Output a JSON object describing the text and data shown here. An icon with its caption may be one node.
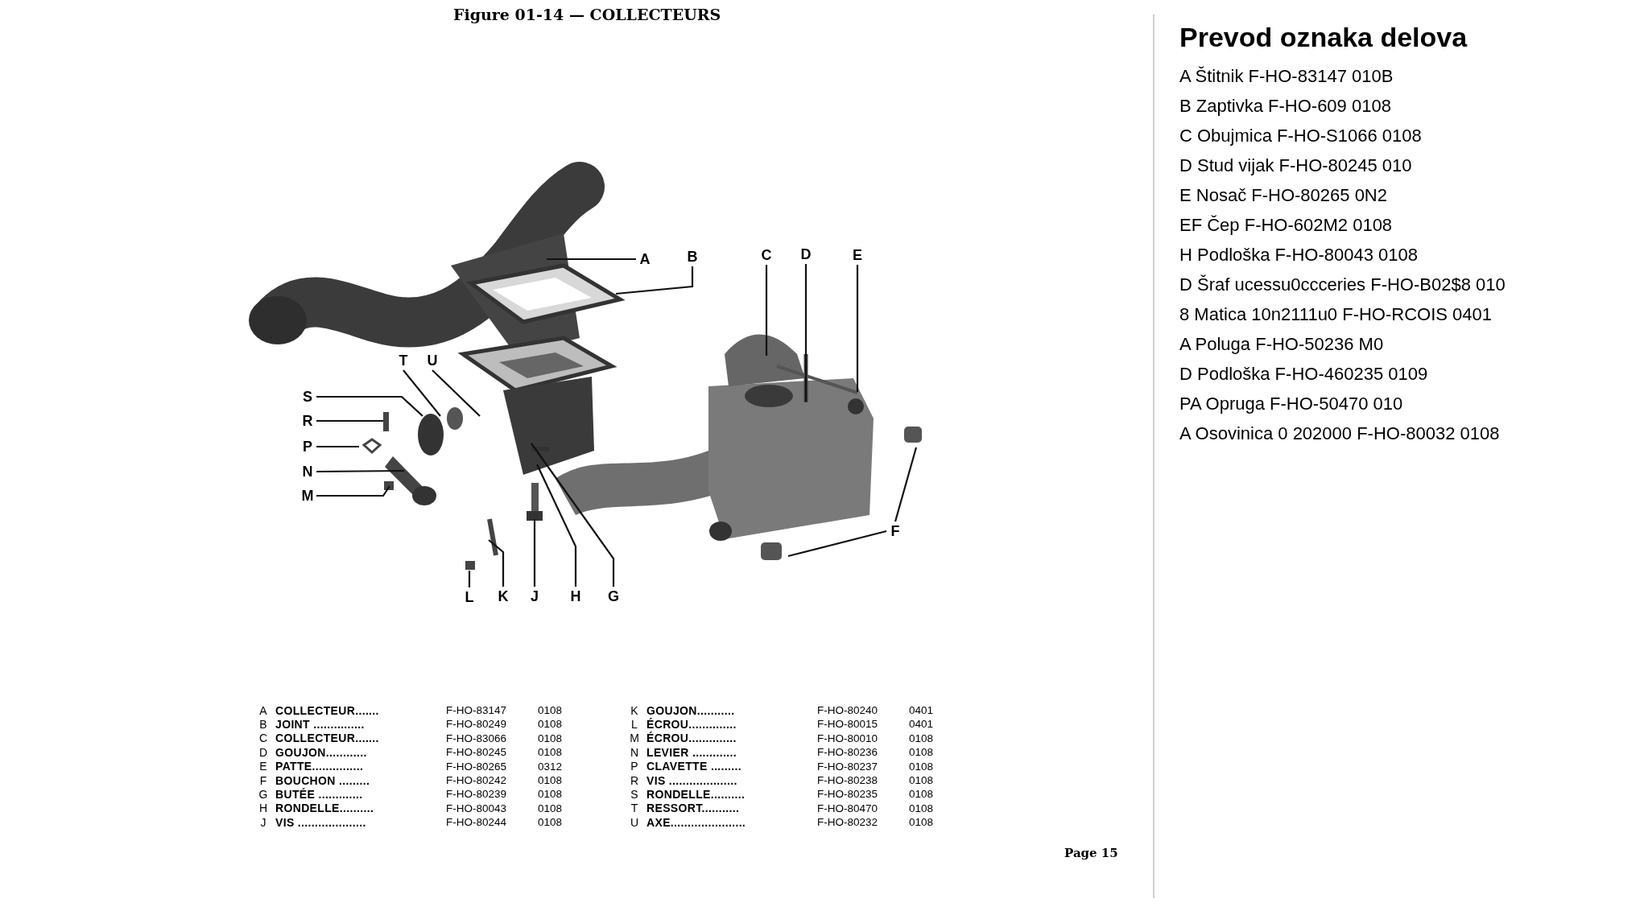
{
  "diagram": {
    "title": "Figure 01-14 — COLLECTEURS",
    "nodes": [
      {
        "text": [
          "A"
        ]
      },
      {
        "text": [
          "B"
        ]
      },
      {
        "text": [
          "C"
        ]
      },
      {
        "text": [
          "D"
        ]
      },
      {
        "text": [
          "E"
        ]
      },
      {
        "text": [
          "T"
        ]
      },
      {
        "text": [
          "U"
        ]
      },
      {
        "text": [
          "S"
        ]
      },
      {
        "text": [
          "R"
        ]
      },
      {
        "text": [
          "P"
        ]
      },
      {
        "text": [
          "N"
        ]
      },
      {
        "text": [
          "M"
        ]
      },
      {
        "text": [
          "L"
        ]
      },
      {
        "text": [
          "K"
        ]
      },
      {
        "text": [
          "J"
        ]
      },
      {
        "text": [
          "H"
        ]
      },
      {
        "text": [
          "G"
        ]
      },
      {
        "text": [
          "F"
        ]
      }
    ],
    "edges": [
      {
        "from": 0,
        "to": null,
        "arrow": "none"
      },
      {
        "from": 1,
        "to": null,
        "arrow": "none"
      },
      {
        "from": 2,
        "to": null,
        "arrow": "none"
      },
      {
        "from": 3,
        "to": null,
        "arrow": "none"
      },
      {
        "from": 4,
        "to": null,
        "arrow": "none"
      },
      {
        "from": 5,
        "to": null,
        "arrow": "none"
      },
      {
        "from": 6,
        "to": null,
        "arrow": "none"
      },
      {
        "from": 7,
        "to": null,
        "arrow": "none"
      },
      {
        "from": 8,
        "to": null,
        "arrow": "none"
      },
      {
        "from": 9,
        "to": null,
        "arrow": "none"
      },
      {
        "from": 10,
        "to": null,
        "arrow": "none"
      },
      {
        "from": 11,
        "to": null,
        "arrow": "none"
      },
      {
        "from": 12,
        "to": null,
        "arrow": "none"
      },
      {
        "from": 13,
        "to": null,
        "arrow": "none"
      },
      {
        "from": 14,
        "to": null,
        "arrow": "none"
      },
      {
        "from": 15,
        "to": null,
        "arrow": "none"
      },
      {
        "from": 16,
        "to": null,
        "arrow": "none"
      },
      {
        "from": 17,
        "to": null,
        "arrow": "none"
      },
      {
        "from": 17,
        "to": null,
        "arrow": "none"
      }
    ],
    "labels": [
      "A",
      "COLLECTEUR.......",
      "F-HO-83147",
      "0108",
      "B",
      "JOINT ...............",
      "F-HO-80249",
      "0108",
      "C",
      "COLLECTEUR.......",
      "F-HO-83066",
      "0108",
      "D",
      "GOUJON............",
      "F-HO-80245",
      "0108",
      "E",
      "PATTE...............",
      "F-HO-80265",
      "0312",
      "F",
      "BOUCHON .........",
      "F-HO-80242",
      "0108",
      "G",
      "BUTÉE .............",
      "F-HO-80239",
      "0108",
      "H",
      "RONDELLE..........",
      "F-HO-80043",
      "0108",
      "J",
      "VIS ....................",
      "F-HO-80244",
      "0108",
      "K",
      "GOUJON...........",
      "F-HO-80240",
      "0401",
      "L",
      "ÉCROU..............",
      "F-HO-80015",
      "0401",
      "M",
      "ÉCROU..............",
      "F-HO-80010",
      "0108",
      "N",
      "LEVIER .............",
      "F-HO-80236",
      "0108",
      "P",
      "CLAVETTE .........",
      "F-HO-80237",
      "0108",
      "R",
      "VIS ....................",
      "F-HO-80238",
      "0108",
      "S",
      "RONDELLE..........",
      "F-HO-80235",
      "0108",
      "T",
      "RESSORT...........",
      "F-HO-80470",
      "0108",
      "U",
      "AXE......................",
      "F-HO-80232",
      "0108",
      "Page 15",
      "Prevod oznaka delova",
      "A Štitnik F-HO-83147 010B",
      "B Zaptivka F-HO-609 0108",
      "C Obujmica F-HO-S1066 0108",
      "D Stud vijak F-HO-80245 010",
      "E Nosač F-HO-80265 0N2",
      "EF Čep F-HO-602M2 0108",
      "H Podloška F-HO-80043 0108",
      "D Šraf ucessu0ccceries F-HO-B02$8 010",
      "8 Matica 10n2111u0 F-HO-RCOIS 0401",
      "A Poluga F-HO-50236 M0",
      "D Podloška F-HO-460235 0109",
      "PA Opruga F-HO-50470 010",
      "A Osovinica 0 202000 F-HO-80032 0108"
    ]
  }
}
